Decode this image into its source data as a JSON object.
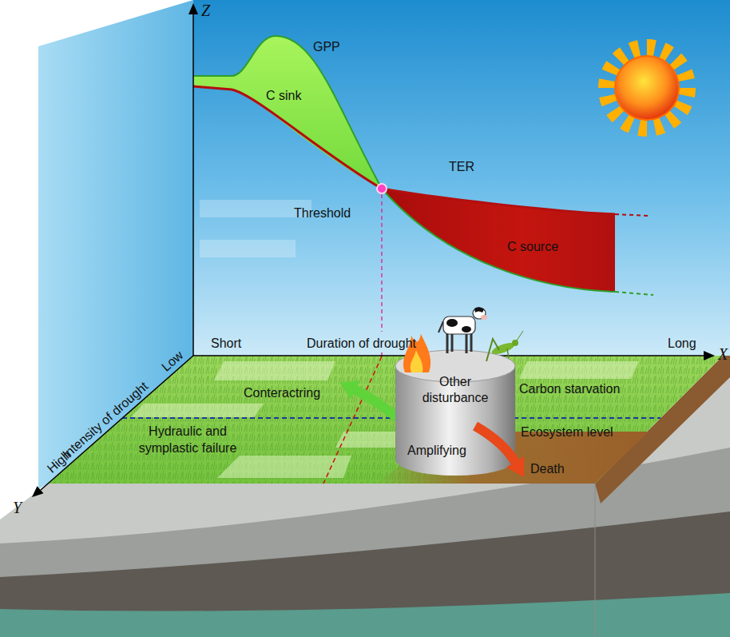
{
  "diagram": {
    "nodes": [
      {
        "text": [
          "C sink"
        ]
      },
      {
        "text": [
          "C source"
        ]
      },
      {
        "text": [
          "Other disturbance",
          "Amplifying"
        ]
      }
    ],
    "labels": [
      "Z",
      "GPP",
      "Threshold",
      "TER",
      "X",
      "Short",
      "Duration of drought",
      "Long",
      "Low",
      "Intensity of drought",
      "High",
      "Y",
      "Conteractring",
      "Carbon starvation",
      "Ecosystem level",
      "Hydraulic and symplastic failure",
      "Death"
    ]
  }
}
